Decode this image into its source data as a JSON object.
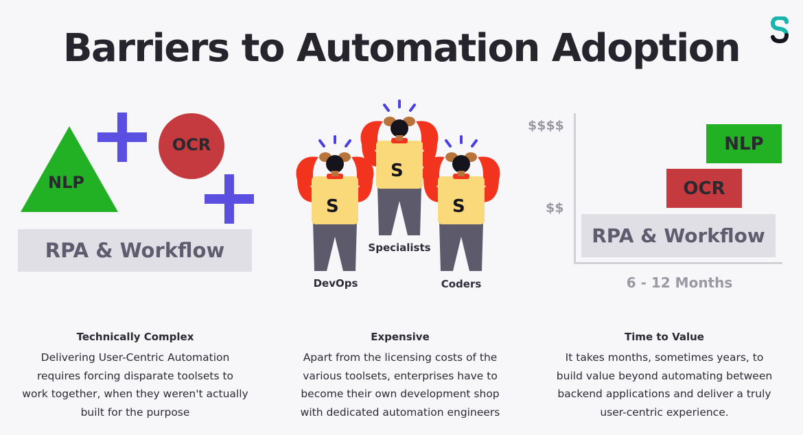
{
  "title": "Barriers to Automation Adoption",
  "colors": {
    "green": "#22b024",
    "red": "#c53a3e",
    "purple": "#5a4fe0",
    "grey_box": "#dfdfe5",
    "shirt_red": "#f2341f",
    "shirt_yellow": "#f9d97a",
    "logo_teal": "#1bb3ad"
  },
  "left_panel": {
    "nlp_label": "NLP",
    "ocr_label": "OCR",
    "rpa_label": "RPA & Workflow"
  },
  "center_panel": {
    "people": [
      "DevOps",
      "Specialists",
      "Coders"
    ],
    "shirt_letter": "S"
  },
  "right_panel": {
    "y_high": "$$$$",
    "y_low": "$$",
    "x_label": "6 - 12 Months",
    "bars": {
      "nlp": "NLP",
      "ocr": "OCR",
      "rpa": "RPA & Workflow"
    }
  },
  "columns": [
    {
      "heading": "Technically Complex",
      "lines": [
        "Delivering User-Centric Automation",
        "requires forcing disparate toolsets to",
        "work together, when they weren't actually",
        "built for the purpose"
      ]
    },
    {
      "heading": "Expensive",
      "lines": [
        "Apart from the licensing costs of the",
        "various toolsets, enterprises have to",
        "become their own development shop",
        "with dedicated automation engineers"
      ]
    },
    {
      "heading": "Time to Value",
      "lines": [
        "It takes months, sometimes years, to",
        "build value beyond automating between",
        "backend applications and deliver a truly",
        "user-centric experience."
      ]
    }
  ]
}
